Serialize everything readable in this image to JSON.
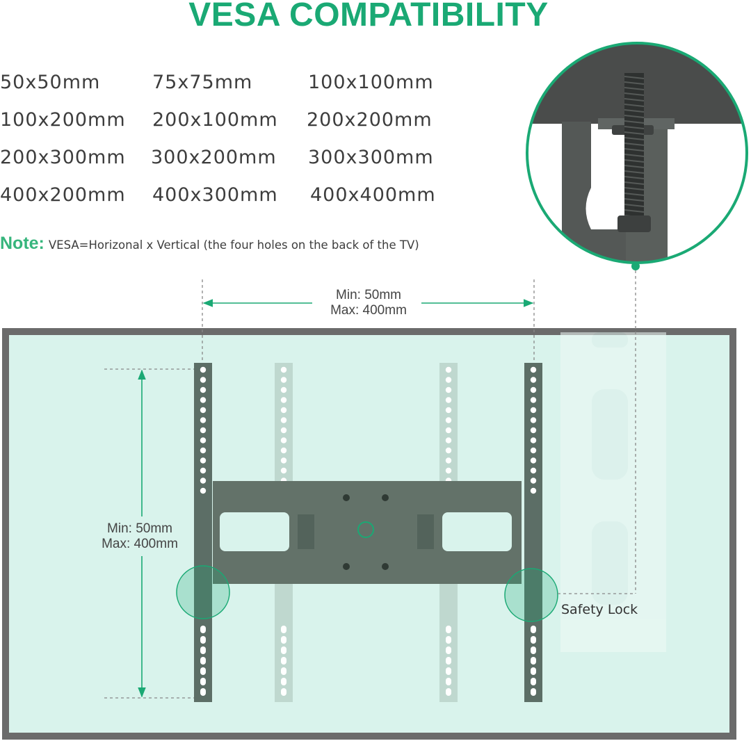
{
  "title": "VESA COMPATIBILITY",
  "vesa_sizes": [
    [
      "50x50mm",
      "75x75mm",
      "100x100mm"
    ],
    [
      "100x200mm",
      "200x100mm",
      "200x200mm"
    ],
    [
      "200x300mm",
      "300x200mm",
      "300x300mm"
    ],
    [
      "400x200mm",
      "400x300mm",
      "400x400mm"
    ]
  ],
  "note": {
    "label": "Note:",
    "text": "VESA=Horizonal x Vertical (the four holes on the back of the TV)"
  },
  "horizontal_dimension": {
    "min": "Min: 50mm",
    "max": "Max: 400mm"
  },
  "vertical_dimension": {
    "min": "Min: 50mm",
    "max": "Max: 400mm"
  },
  "safety_lock_label": "Safety Lock",
  "colors": {
    "accent_green": "#1aa974",
    "tv_fill": "#d9f3ec",
    "tv_frame": "#6b6b6b",
    "bracket": "#5c6e66"
  }
}
